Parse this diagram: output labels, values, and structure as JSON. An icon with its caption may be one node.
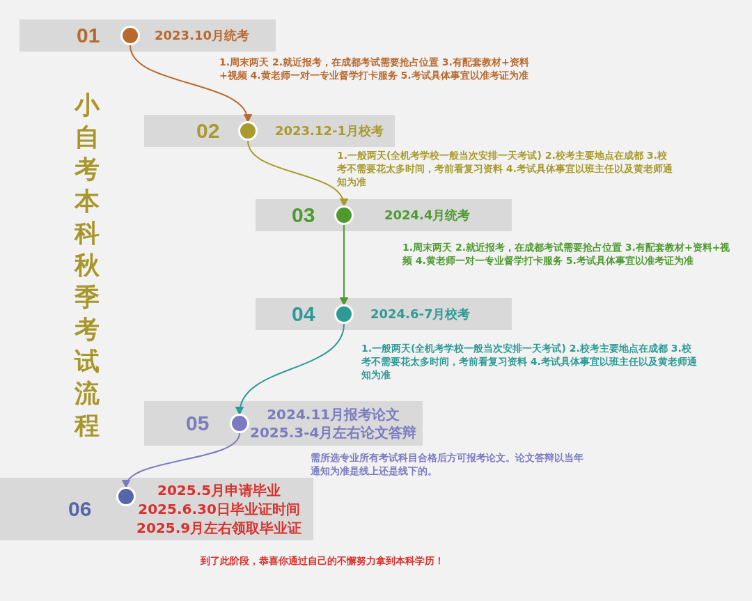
{
  "diagram": {
    "title": "小自考本科秋季考试流程",
    "nodes": [
      {
        "text": [
          "01",
          "2023.10月统考"
        ],
        "beside": [
          "1.周末两天 2.就近报考，在成都考试需要抢占位置 3.有配套教材+资料+视频 4.黄老师一对一专业督学打卡服务 5.考试具体事宜以准考证为准"
        ]
      },
      {
        "text": [],
        "shape": "circle",
        "in": 0
      },
      {
        "text": [
          "02",
          "2023.12-1月校考"
        ],
        "beside": [
          "1.一般两天(全机考学校一般当次安排一天考试) 2.校考主要地点在成都 3.校考不需要花太多时间，考前看复习资料 4.考试具体事宜以班主任以及黄老师通知为准"
        ]
      },
      {
        "text": [],
        "shape": "circle",
        "in": 2
      },
      {
        "text": [
          "03",
          "2024.4月统考"
        ],
        "beside": [
          "1.周末两天 2.就近报考，在成都考试需要抢占位置 3.有配套教材+资料+视频 4.黄老师一对一专业督学打卡服务 5.考试具体事宜以准考证为准"
        ]
      },
      {
        "text": [],
        "shape": "circle",
        "in": 4
      },
      {
        "text": [
          "04",
          "2024.6-7月校考"
        ],
        "beside": [
          "1.一般两天(全机考学校一般当次安排一天考试) 2.校考主要地点在成都 3.校考不需要花太多时间，考前看复习资料 4.考试具体事宜以班主任以及黄老师通知为准"
        ]
      },
      {
        "text": [],
        "shape": "circle",
        "in": 6
      },
      {
        "text": [
          "05",
          "2024.11月报考论文",
          "2025.3-4月左右论文答辩"
        ],
        "beside": [
          "需所选专业所有考试科目合格后方可报考论文。论文答辩以当年通知为准是线上还是线下的。"
        ]
      },
      {
        "text": [],
        "shape": "circle",
        "in": 8
      },
      {
        "text": [
          "06",
          "2025.5月申请毕业",
          "2025.6.30日毕业证时间",
          "2025.9月左右领取毕业证"
        ]
      },
      {
        "text": [],
        "shape": "circle",
        "in": 10
      }
    ],
    "edges": [
      {
        "from": 1,
        "to": 3,
        "arrow": "to",
        "color": "#b8692e"
      },
      {
        "from": 3,
        "to": 5,
        "arrow": "to",
        "color": "#a89a2c"
      },
      {
        "from": 5,
        "to": 7,
        "arrow": "to",
        "color": "#4f9a30"
      },
      {
        "from": 7,
        "to": 9,
        "arrow": "to",
        "color": "#2e9a96"
      },
      {
        "from": 9,
        "to": 11,
        "arrow": "to",
        "color": "#7b7bc0"
      }
    ],
    "labels": [
      "到了此阶段，恭喜你通过自己的不懈努力拿到本科学历！"
    ]
  }
}
